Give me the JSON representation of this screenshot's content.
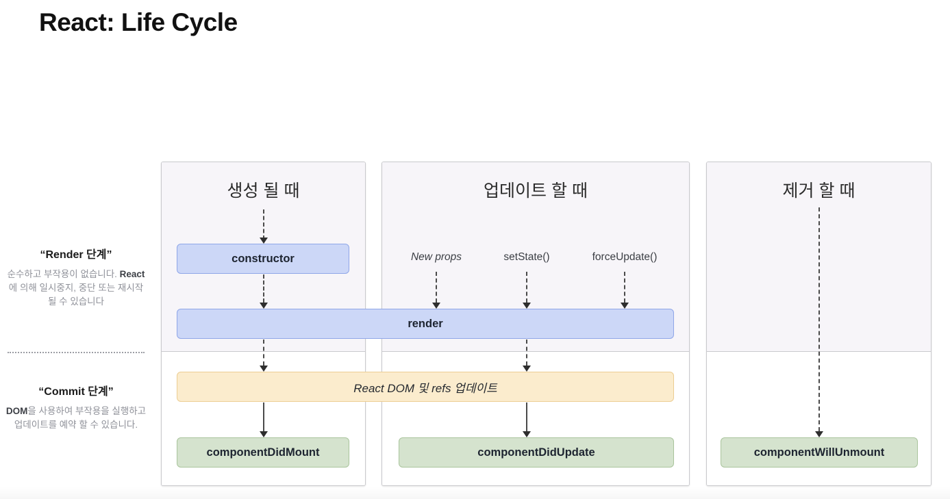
{
  "page": {
    "title": "React: Life Cycle"
  },
  "legend": {
    "render": {
      "title": "“Render 단계”",
      "desc_pre": "순수하고 부작용이 없습니다. ",
      "desc_bold": "React",
      "desc_post": "에 의해 일시중지, 중단 또는 재시작 될 수 있습니다"
    },
    "commit": {
      "title": "“Commit 단계”",
      "desc_bold": "DOM",
      "desc_post": "을 사용하여 부작용을 실행하고 업데이트를 예약 할 수 있습니다."
    }
  },
  "panels": {
    "mounting": {
      "header": "생성 될 때"
    },
    "updating": {
      "header": "업데이트 할 때"
    },
    "unmounting": {
      "header": "제거 할 때"
    }
  },
  "triggers": [
    {
      "label": "New props",
      "style": "italic"
    },
    {
      "label": "setState()",
      "style": "normal"
    },
    {
      "label": "forceUpdate()",
      "style": "normal"
    }
  ],
  "boxes": {
    "constructor": "constructor",
    "render": "render",
    "dom_update": "React DOM 및 refs 업데이트",
    "component_did_mount": "componentDidMount",
    "component_did_update": "componentDidUpdate",
    "component_will_unmount": "componentWillUnmount"
  },
  "colors": {
    "render_phase_box": "#ccd7f7",
    "render_phase_border": "#8fa6e8",
    "commit_phase_box": "#d5e3ce",
    "commit_phase_border": "#a9c49c",
    "dom_update_box": "#fbeccd",
    "dom_update_border": "#eccd92",
    "panel_border": "#c9c9cd",
    "render_zone_bg": "#f7f5f9",
    "title_text": "#111111",
    "muted_text": "#8f9199"
  },
  "chart_data": {
    "type": "diagram",
    "title": "React: Life Cycle",
    "columns": [
      {
        "header": "생성 될 때",
        "nodes": [
          "constructor",
          "render",
          "React DOM 및 refs 업데이트",
          "componentDidMount"
        ]
      },
      {
        "header": "업데이트 할 때",
        "nodes": [
          "New props",
          "setState()",
          "forceUpdate()",
          "render",
          "React DOM 및 refs 업데이트",
          "componentDidUpdate"
        ]
      },
      {
        "header": "제거 할 때",
        "nodes": [
          "componentWillUnmount"
        ]
      }
    ],
    "phases": [
      "“Render 단계”",
      "“Commit 단계”"
    ]
  }
}
